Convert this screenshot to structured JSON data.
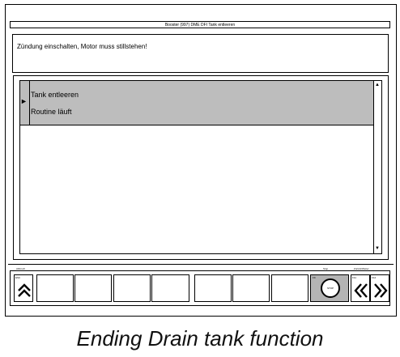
{
  "window": {
    "title": "Booster (997) DME DFI Tank entleeren"
  },
  "message": {
    "text": "Zündung einschalten, Motor muss stillstehen!"
  },
  "list": {
    "selected": {
      "marker": "►",
      "line1": "Tank entleeren",
      "line2": "Routine läuft"
    },
    "scroll_up": "▲",
    "scroll_down": "▼"
  },
  "toolbar": {
    "left_group_label": "Abbruch",
    "esc_label": "ESC",
    "stop_group_label": "Stop",
    "stop_key": "F9",
    "stop_button": "STOP",
    "nav_group_label": "Zurück/Weiter",
    "f11_label": "F11",
    "f12_label": "F12"
  },
  "caption": "Ending Drain tank function"
}
